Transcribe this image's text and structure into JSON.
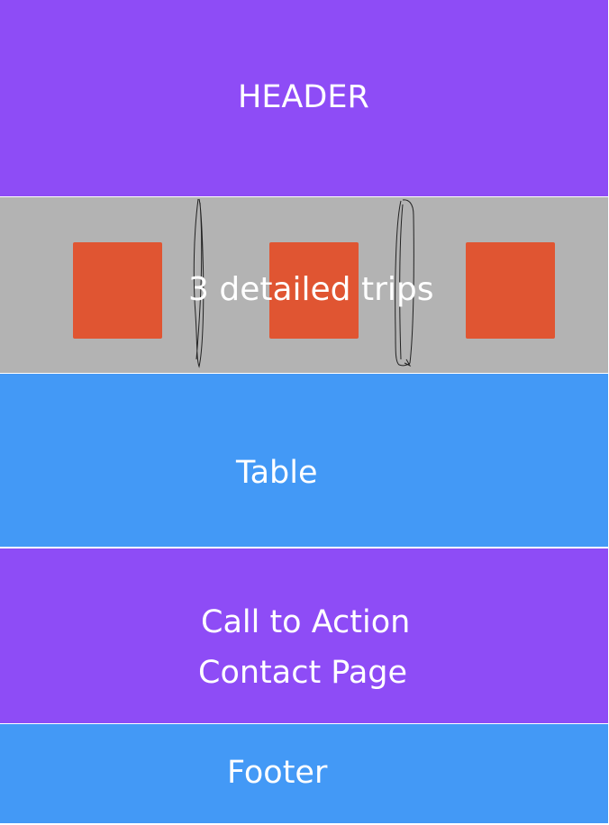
{
  "colors": {
    "purple": "#8e4cf6",
    "gray": "#b3b3b3",
    "blue": "#4399f6",
    "orange": "#e05532",
    "text": "#ffffff",
    "sketch": "#222222"
  },
  "header": {
    "label": "HEADER"
  },
  "trips": {
    "label": "3 detailed trips",
    "cards": 3
  },
  "table": {
    "label": "Table"
  },
  "cta": {
    "line1": "Call to Action",
    "line2": "Contact Page"
  },
  "footer": {
    "label": "Footer"
  }
}
